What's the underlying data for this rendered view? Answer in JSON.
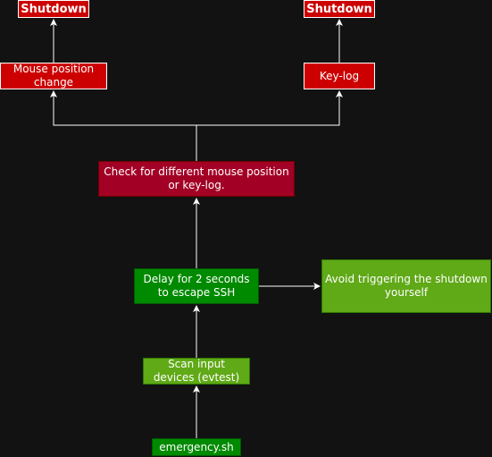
{
  "colors": {
    "background": "#121212",
    "shutdown_red": "#cc0000",
    "check_crimson": "#a20025",
    "step_dark_green": "#008a00",
    "step_light_green": "#60a917",
    "edge": "#ffffff"
  },
  "nodes": {
    "shutdown_left": "Shutdown",
    "shutdown_right": "Shutdown",
    "mouse_position": "Mouse position change",
    "key_log": "Key-log",
    "check": "Check for different mouse position or key-log.",
    "delay": "Delay for 2 seconds to escape SSH",
    "avoid": "Avoid triggering the shutdown yourself",
    "scan": "Scan input devices (evtest)",
    "script": "emergency.sh"
  }
}
